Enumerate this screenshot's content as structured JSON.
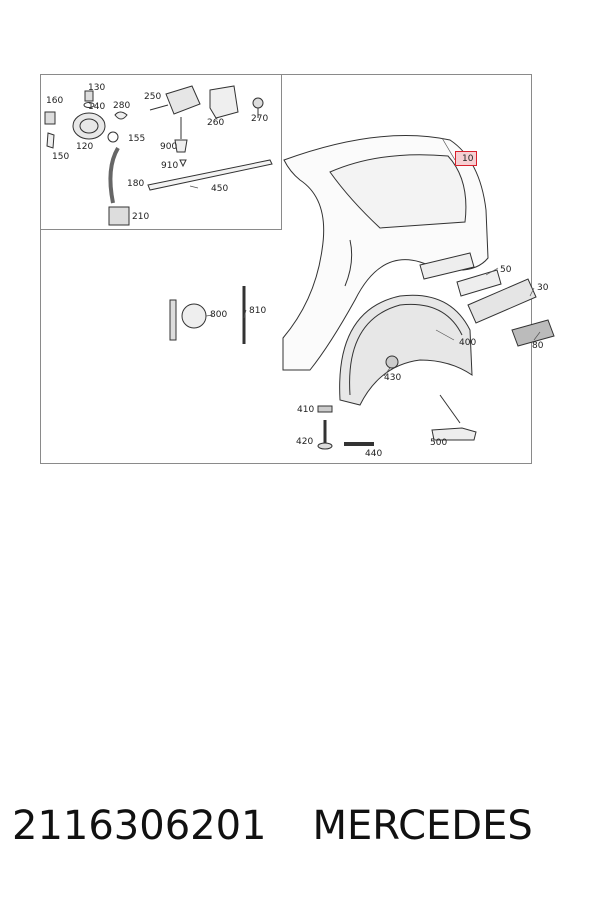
{
  "diagram": {
    "callouts": {
      "p10": "10",
      "p30": "30",
      "p50": "50",
      "p80": "80",
      "p120": "120",
      "p130": "130",
      "p140": "140",
      "p150": "150",
      "p155": "155",
      "p160": "160",
      "p180": "180",
      "p210": "210",
      "p250": "250",
      "p260": "260",
      "p270": "270",
      "p280": "280",
      "p400": "400",
      "p410": "410",
      "p420": "420",
      "p430": "430",
      "p440": "440",
      "p450": "450",
      "p500": "500",
      "p800": "800",
      "p810": "810",
      "p900": "900",
      "p910": "910"
    },
    "highlight_color": "#d8202c"
  },
  "footer": {
    "part_number": "2116306201",
    "brand": "MERCEDES"
  }
}
